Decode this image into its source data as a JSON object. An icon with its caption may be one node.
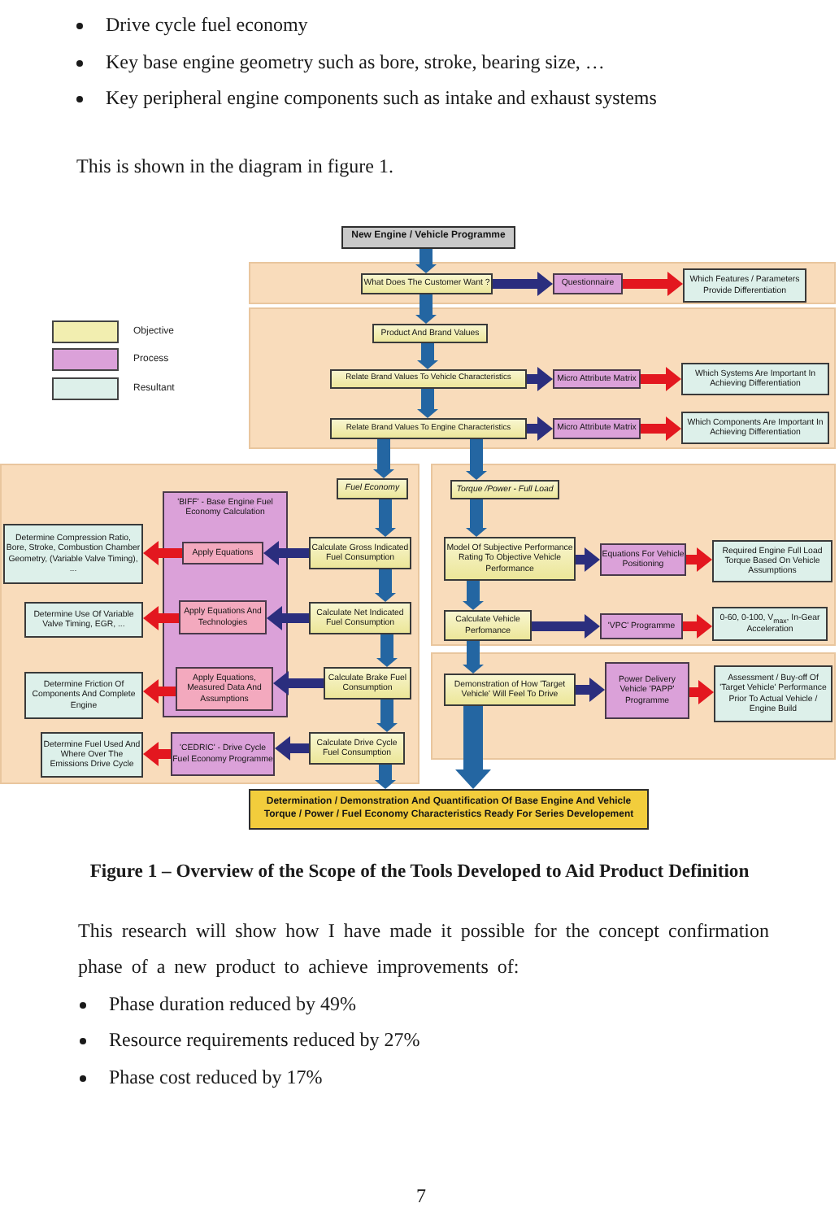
{
  "diagram": {
    "caption": "Figure 1 – Overview of the Scope of the Tools Developed to Aid Product Definition",
    "nodes": [
      {
        "text": [
          "New Engine / Vehicle Programme"
        ]
      },
      {
        "text": [],
        "shape": "band"
      },
      {
        "text": [
          "What Does The Customer Want ?"
        ],
        "in": 1
      },
      {
        "text": [
          "Questionnaire"
        ],
        "in": 1
      },
      {
        "text": [
          "Which Features / Parameters Provide Differentiation"
        ],
        "in": 1
      },
      {
        "text": [],
        "shape": "band"
      },
      {
        "text": [
          "Product And Brand Values"
        ],
        "in": 5
      },
      {
        "text": [
          "Relate Brand Values To Vehicle Characteristics"
        ],
        "in": 5
      },
      {
        "text": [
          "Micro Attribute Matrix"
        ],
        "in": 5
      },
      {
        "text": [
          "Which Systems Are Important In Achieving Differentiation"
        ],
        "in": 5
      },
      {
        "text": [
          "Relate Brand Values To Engine Characteristics"
        ],
        "in": 5
      },
      {
        "text": [
          "Micro Attribute Matrix"
        ],
        "in": 5
      },
      {
        "text": [
          "Which Components Are Important In Achieving Differentiation"
        ],
        "in": 5
      },
      {
        "text": [],
        "shape": "band"
      },
      {
        "text": [
          "Fuel Economy"
        ],
        "in": 13
      },
      {
        "text": [
          "'BIFF' - Base Engine Fuel Economy Calculation"
        ],
        "in": 13
      },
      {
        "text": [
          "Determine Compression Ratio, Bore, Stroke, Combustion Chamber Geometry, (Variable Valve Timing), ..."
        ],
        "in": 13
      },
      {
        "text": [
          "Apply Equations"
        ],
        "in": 15
      },
      {
        "text": [
          "Calculate Gross Indicated Fuel Consumption"
        ],
        "in": 13
      },
      {
        "text": [
          "Determine Use Of Variable Valve Timing, EGR, ..."
        ],
        "in": 13
      },
      {
        "text": [
          "Apply Equations And Technologies"
        ],
        "in": 15
      },
      {
        "text": [
          "Calculate Net Indicated Fuel Consumption"
        ],
        "in": 13
      },
      {
        "text": [
          "Determine Friction Of Components And Complete Engine"
        ],
        "in": 13
      },
      {
        "text": [
          "Apply Equations, Measured Data And Assumptions"
        ],
        "in": 15
      },
      {
        "text": [
          "Calculate Brake Fuel Consumption"
        ],
        "in": 13
      },
      {
        "text": [
          "Determine Fuel Used And Where Over The Emissions Drive Cycle"
        ],
        "in": 13
      },
      {
        "text": [
          "'CEDRIC' - Drive Cycle Fuel Economy Programme"
        ],
        "in": 13
      },
      {
        "text": [
          "Calculate Drive Cycle Fuel Consumption"
        ],
        "in": 13
      },
      {
        "text": [],
        "shape": "band"
      },
      {
        "text": [
          "Torque /Power - Full Load"
        ],
        "in": 28
      },
      {
        "text": [
          "Model Of Subjective Performance Rating To Objective Vehicle Performance"
        ],
        "in": 28
      },
      {
        "text": [
          "Equations For Vehicle Positioning"
        ],
        "in": 28
      },
      {
        "text": [
          "Required Engine Full Load Torque Based On Vehicle Assumptions"
        ],
        "in": 28
      },
      {
        "text": [
          "Calculate Vehicle Perfomance"
        ],
        "in": 28
      },
      {
        "text": [
          "'VPC' Programme"
        ],
        "in": 28
      },
      {
        "text": [
          "0-60, 0-100, V$_{max}$, In-Gear Acceleration"
        ],
        "in": 28
      },
      {
        "text": [],
        "shape": "band"
      },
      {
        "text": [
          "Demonstration of How 'Target Vehicle' Will Feel To Drive"
        ],
        "in": 36
      },
      {
        "text": [
          "Power Delivery Vehicle 'PAPP' Programme"
        ],
        "in": 36
      },
      {
        "text": [
          "Assessment / Buy-off Of 'Target Vehicle' Performance Prior To Actual Vehicle / Engine Build"
        ],
        "in": 36
      },
      {
        "text": [
          "Determination / Demonstration And Quantification Of Base Engine And Vehicle Torque / Power / Fuel Economy Characteristics Ready For Series Developement"
        ]
      }
    ],
    "edges": [
      {
        "from": 0,
        "to": 2,
        "arrow": "to"
      },
      {
        "from": 2,
        "to": 3,
        "arrow": "to",
        "color": "#2b2e7e"
      },
      {
        "from": 3,
        "to": 4,
        "arrow": "to",
        "color": "#e3171f"
      },
      {
        "from": 2,
        "to": 6,
        "arrow": "to"
      },
      {
        "from": 6,
        "to": 7,
        "arrow": "to"
      },
      {
        "from": 7,
        "to": 8,
        "arrow": "to",
        "color": "#2b2e7e"
      },
      {
        "from": 8,
        "to": 9,
        "arrow": "to",
        "color": "#e3171f"
      },
      {
        "from": 7,
        "to": 10,
        "arrow": "to"
      },
      {
        "from": 10,
        "to": 11,
        "arrow": "to",
        "color": "#2b2e7e"
      },
      {
        "from": 11,
        "to": 12,
        "arrow": "to",
        "color": "#e3171f"
      },
      {
        "from": 10,
        "to": 14,
        "arrow": "to"
      },
      {
        "from": 10,
        "to": 29,
        "arrow": "to"
      },
      {
        "from": 14,
        "to": 18,
        "arrow": "to"
      },
      {
        "from": 18,
        "to": 17,
        "arrow": "to",
        "color": "#2b2e7e"
      },
      {
        "from": 17,
        "to": 16,
        "arrow": "to",
        "color": "#e3171f"
      },
      {
        "from": 18,
        "to": 21,
        "arrow": "to"
      },
      {
        "from": 21,
        "to": 20,
        "arrow": "to",
        "color": "#2b2e7e"
      },
      {
        "from": 20,
        "to": 19,
        "arrow": "to",
        "color": "#e3171f"
      },
      {
        "from": 21,
        "to": 24,
        "arrow": "to"
      },
      {
        "from": 24,
        "to": 23,
        "arrow": "to",
        "color": "#2b2e7e"
      },
      {
        "from": 23,
        "to": 22,
        "arrow": "to",
        "color": "#e3171f"
      },
      {
        "from": 24,
        "to": 27,
        "arrow": "to"
      },
      {
        "from": 27,
        "to": 26,
        "arrow": "to",
        "color": "#2b2e7e"
      },
      {
        "from": 26,
        "to": 25,
        "arrow": "to",
        "color": "#e3171f"
      },
      {
        "from": 27,
        "to": 40,
        "arrow": "to"
      },
      {
        "from": 29,
        "to": 30,
        "arrow": "to"
      },
      {
        "from": 30,
        "to": 31,
        "arrow": "to",
        "color": "#2b2e7e"
      },
      {
        "from": 31,
        "to": 32,
        "arrow": "to",
        "color": "#e3171f"
      },
      {
        "from": 30,
        "to": 33,
        "arrow": "to"
      },
      {
        "from": 33,
        "to": 34,
        "arrow": "to",
        "color": "#2b2e7e"
      },
      {
        "from": 34,
        "to": 35,
        "arrow": "to",
        "color": "#e3171f"
      },
      {
        "from": 33,
        "to": 37,
        "arrow": "to"
      },
      {
        "from": 37,
        "to": 38,
        "arrow": "to",
        "color": "#2b2e7e"
      },
      {
        "from": 38,
        "to": 39,
        "arrow": "to",
        "color": "#e3171f"
      },
      {
        "from": 37,
        "to": 40,
        "arrow": "to"
      }
    ],
    "labels": [
      "Drive cycle fuel economy",
      "Key base engine geometry such as bore, stroke, bearing size, …",
      "Key peripheral engine components such as intake and exhaust systems",
      "This is shown in the diagram in figure 1.",
      "This research will show how I have made it possible for the concept confirmation phase of a new product to achieve improvements of:",
      "Phase duration reduced by 49%",
      "Resource requirements reduced by 27%",
      "Phase cost reduced by 17%",
      "7"
    ],
    "legend": [
      {
        "text": "Objective",
        "color": "#f2eeb0"
      },
      {
        "text": "Process",
        "color": "#dba1d9"
      },
      {
        "text": "Resultant",
        "color": "#ddf0ea"
      }
    ]
  }
}
